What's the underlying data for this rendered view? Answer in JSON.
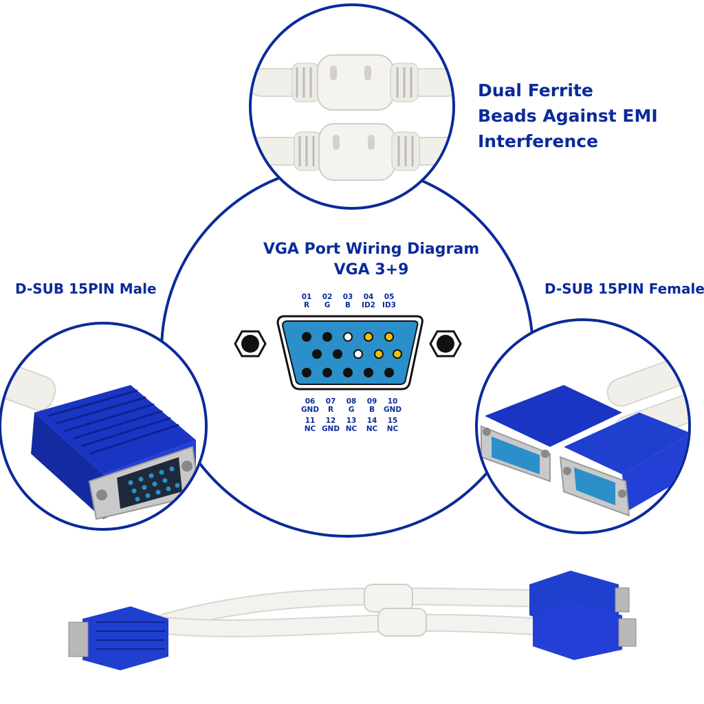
{
  "callouts": {
    "ferrite": [
      "Dual Ferrite",
      "Beads Against EMI",
      "Interference"
    ],
    "male": "D-SUB 15PIN Male",
    "female": "D-SUB 15PIN Female"
  },
  "diagram": {
    "title": "VGA Port Wiring Diagram",
    "subtitle": "VGA 3+9",
    "top_pins": [
      {
        "num": "01",
        "sig": "R"
      },
      {
        "num": "02",
        "sig": "G"
      },
      {
        "num": "03",
        "sig": "B"
      },
      {
        "num": "04",
        "sig": "ID2"
      },
      {
        "num": "05",
        "sig": "ID3"
      }
    ],
    "bottom_pins": [
      {
        "num": "06",
        "sig": "GND"
      },
      {
        "num": "07",
        "sig": "R"
      },
      {
        "num": "08",
        "sig": "G"
      },
      {
        "num": "09",
        "sig": "B"
      },
      {
        "num": "10",
        "sig": "GND"
      }
    ],
    "bottom_pins_2": [
      {
        "num": "11",
        "sig": "NC"
      },
      {
        "num": "12",
        "sig": "GND"
      },
      {
        "num": "13",
        "sig": "NC"
      },
      {
        "num": "14",
        "sig": "NC"
      },
      {
        "num": "15",
        "sig": "NC"
      }
    ]
  },
  "colors": {
    "navy": "#0b2a9a",
    "connector_blue": "#1f3fcf",
    "port_fill": "#2b8fc9",
    "pin_yellow": "#f2c100",
    "pin_white": "#ffffff",
    "pin_black": "#111111"
  }
}
